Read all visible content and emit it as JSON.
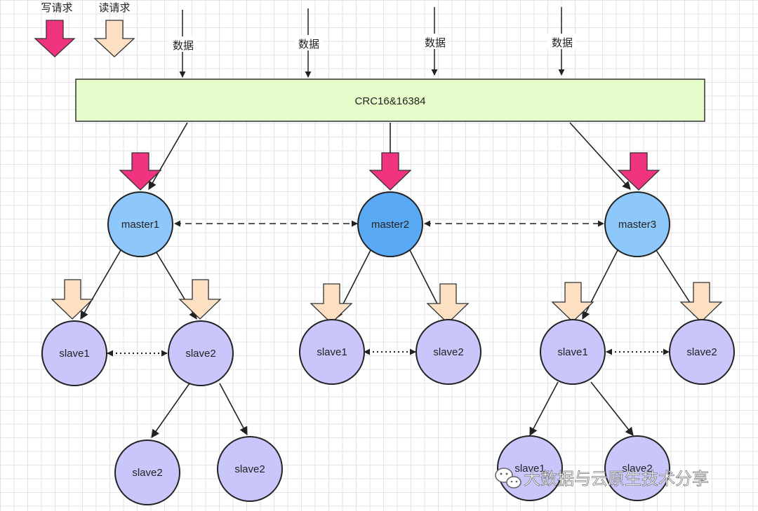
{
  "legend": {
    "write_label": "写请求",
    "read_label": "读请求"
  },
  "inputs": {
    "data_label": "数据"
  },
  "router": {
    "label": "CRC16&16384"
  },
  "masters": [
    {
      "label": "master1"
    },
    {
      "label": "master2"
    },
    {
      "label": "master3"
    }
  ],
  "slaves": [
    {
      "label": "slave1"
    },
    {
      "label": "slave2"
    },
    {
      "label": "slave2"
    },
    {
      "label": "slave2"
    },
    {
      "label": "slave1"
    },
    {
      "label": "slave2"
    },
    {
      "label": "slave1"
    },
    {
      "label": "slave2"
    },
    {
      "label": "slave1"
    },
    {
      "label": "slave2"
    }
  ],
  "watermark": {
    "text": "大数据与云原生技术分享"
  },
  "colors": {
    "write_arrow": "#f0337f",
    "read_arrow": "#fde0c2",
    "router_fill": "#e6fccb",
    "master_fill": "#8ec8fb",
    "master_active_fill": "#5aa9f5",
    "slave_fill": "#c9c6fb"
  }
}
